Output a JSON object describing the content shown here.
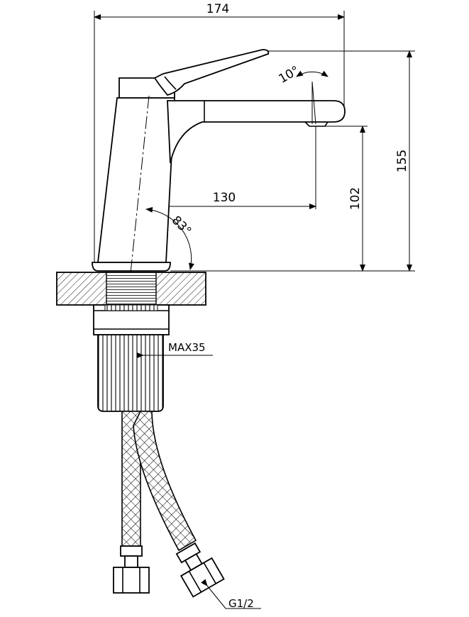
{
  "dimensions": {
    "overall_length": "174",
    "spout_reach": "130",
    "total_height": "155",
    "spout_height": "102",
    "lever_angle": "10°",
    "body_angle": "83°",
    "max_deck_thickness": "MAX35",
    "connection_thread": "G1/2"
  }
}
